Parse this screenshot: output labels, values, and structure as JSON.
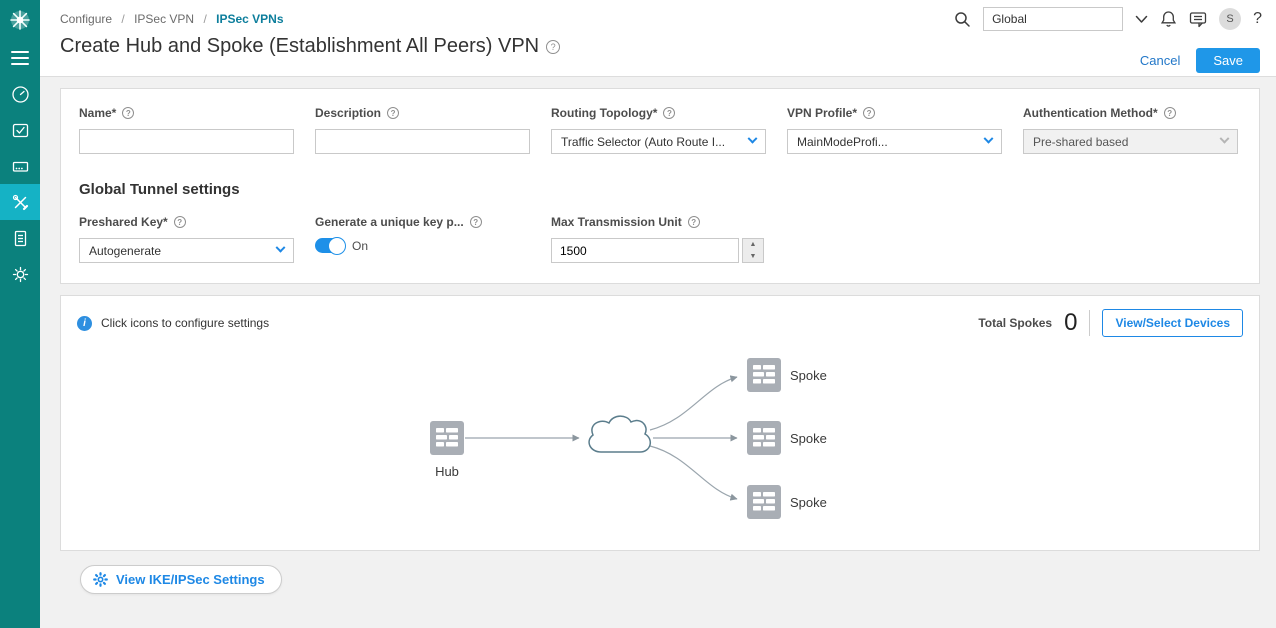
{
  "topbar": {
    "search_scope": "Global",
    "avatar_initial": "S",
    "help_glyph": "?"
  },
  "breadcrumb": {
    "separator": "/",
    "items": [
      "Configure",
      "IPSec VPN",
      "IPSec VPNs"
    ]
  },
  "page": {
    "title": "Create Hub and Spoke (Establishment All Peers) VPN",
    "cancel_label": "Cancel",
    "save_label": "Save"
  },
  "form": {
    "name": {
      "label": "Name*",
      "value": ""
    },
    "description": {
      "label": "Description",
      "value": ""
    },
    "routing_topology": {
      "label": "Routing Topology*",
      "value": "Traffic Selector (Auto Route I..."
    },
    "vpn_profile": {
      "label": "VPN Profile*",
      "value": "MainModeProfi..."
    },
    "auth_method": {
      "label": "Authentication Method*",
      "value": "Pre-shared based"
    },
    "tunnel_title": "Global Tunnel settings",
    "preshared_key": {
      "label": "Preshared Key*",
      "value": "Autogenerate"
    },
    "unique_key": {
      "label": "Generate a unique key p...",
      "state": "On"
    },
    "mtu": {
      "label": "Max Transmission Unit",
      "value": "1500"
    }
  },
  "topology": {
    "hint": "Click icons to configure settings",
    "total_spokes_label": "Total Spokes",
    "total_spokes_value": "0",
    "devices_button_label": "View/Select Devices",
    "hub_label": "Hub",
    "spoke_labels": [
      "Spoke",
      "Spoke",
      "Spoke"
    ]
  },
  "footer": {
    "ike_button_label": "View IKE/IPSec Settings"
  },
  "icons": [
    "juniper-logo",
    "menu-icon",
    "dashboard-gauge-icon",
    "monitor-inbox-icon",
    "devices-icon",
    "configure-tools-icon",
    "reports-document-icon",
    "administration-gear-icon",
    "search-icon",
    "chevron-down-icon",
    "bell-icon",
    "feedback-icon",
    "help-icon",
    "info-icon",
    "gear-icon",
    "cloud-icon",
    "firewall-node-icon"
  ],
  "colors": {
    "sidebar_teal": "#0b817d",
    "sidebar_active": "#15b2c5",
    "accent_blue": "#1e88e5",
    "save_blue": "#1f97e8",
    "breadcrumb_current": "#0d7e9c",
    "node_gray": "#a9aeb5",
    "link_gray": "#8b969e"
  }
}
